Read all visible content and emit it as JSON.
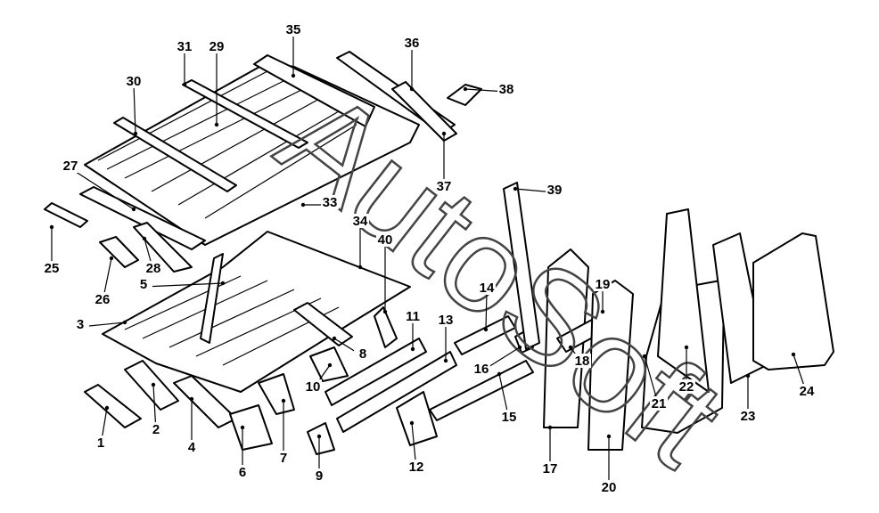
{
  "watermark": "AutoSoft",
  "callouts": [
    {
      "n": "1"
    },
    {
      "n": "2"
    },
    {
      "n": "3"
    },
    {
      "n": "4"
    },
    {
      "n": "5"
    },
    {
      "n": "6"
    },
    {
      "n": "7"
    },
    {
      "n": "8"
    },
    {
      "n": "9"
    },
    {
      "n": "10"
    },
    {
      "n": "11"
    },
    {
      "n": "12"
    },
    {
      "n": "13"
    },
    {
      "n": "14"
    },
    {
      "n": "15"
    },
    {
      "n": "16"
    },
    {
      "n": "17"
    },
    {
      "n": "18"
    },
    {
      "n": "19"
    },
    {
      "n": "20"
    },
    {
      "n": "21"
    },
    {
      "n": "22"
    },
    {
      "n": "23"
    },
    {
      "n": "24"
    },
    {
      "n": "25"
    },
    {
      "n": "26"
    },
    {
      "n": "27"
    },
    {
      "n": "28"
    },
    {
      "n": "29"
    },
    {
      "n": "30"
    },
    {
      "n": "31"
    },
    {
      "n": "33"
    },
    {
      "n": "34"
    },
    {
      "n": "35"
    },
    {
      "n": "36"
    },
    {
      "n": "37"
    },
    {
      "n": "38"
    },
    {
      "n": "39"
    },
    {
      "n": "40"
    }
  ]
}
